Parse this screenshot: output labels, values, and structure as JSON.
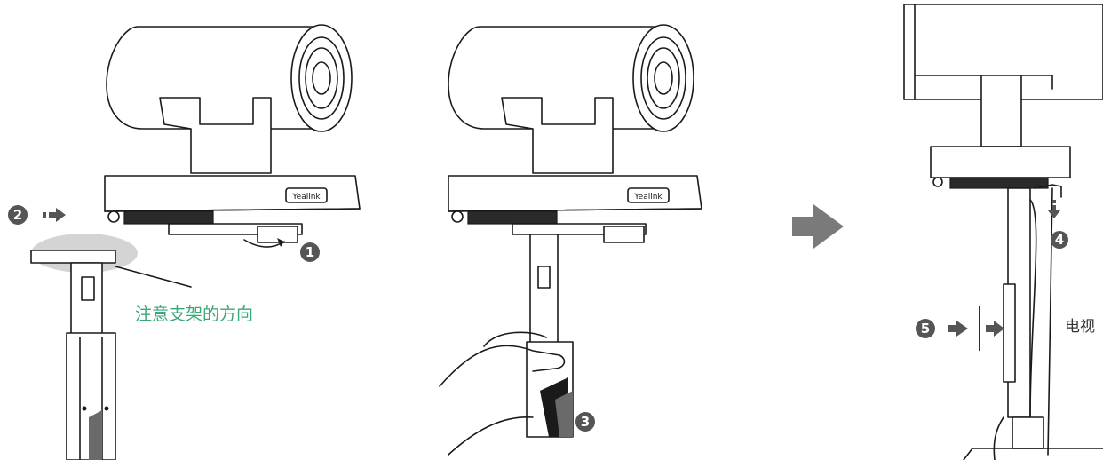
{
  "brand_label": "Yealink",
  "note_text": "注意支架的方向",
  "tv_label": "电视",
  "steps": [
    "1",
    "2",
    "3",
    "4",
    "5"
  ],
  "colors": {
    "step_badge": "#555555",
    "arrow": "#7a7a7a",
    "note": "#3aa876",
    "highlight_ellipse": "#d4d4d4"
  },
  "icons": [
    "right-arrow-icon",
    "hand-icon",
    "rotate-arrow-icon",
    "down-arrow-icon"
  ]
}
